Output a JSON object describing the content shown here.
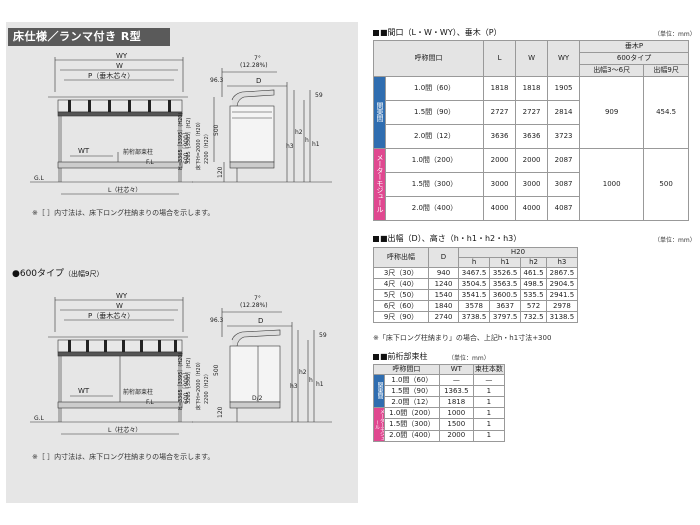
{
  "header": {
    "title": "床仕様／ランマ付き R型"
  },
  "diagram_labels": {
    "WY": "WY",
    "W": "W",
    "P": "P（垂木芯々）",
    "WT": "WT",
    "front_post": "前桁部束柱",
    "FL": "F.L",
    "GL": "G.L",
    "L": "L（柱芯々）",
    "dim_963": "96.3",
    "D": "D",
    "D2": "D/2",
    "angle": "7°",
    "slope": "(12.28%)",
    "dim_59": "59",
    "h": "h",
    "h1": "h1",
    "h2": "h2",
    "h3": "h3",
    "dim_500": "500",
    "dim_120": "120",
    "dim_600_900": "600［900］",
    "dim_h_3365": "H=3365［3395］(H20)",
    "dim_3265": "3265［3565］(H2)",
    "dim_floor": "床下H=2000（H20）",
    "dim_2200": "2200（H22）"
  },
  "notes": {
    "top": "※［ ］内寸法は、床下ロング柱納まりの場合を示します。",
    "bottom": "※［ ］内寸法は、床下ロング柱納まりの場合を示します。"
  },
  "type600": {
    "title": "●600タイプ",
    "sub": "（出幅9尺）"
  },
  "table1": {
    "title": "■間口（L・W・WY）、垂木（P）",
    "unit": "（単位：mm）",
    "h_name": "呼称間口",
    "h_L": "L",
    "h_W": "W",
    "h_WY": "WY",
    "h_taruki": "垂木P",
    "h_type": "600タイプ",
    "h_d36": "出幅3～6尺",
    "h_d9": "出幅9尺",
    "group1": "関東間",
    "group2": "メーターモジュール",
    "rows1": [
      [
        "1.0間（60）",
        "1818",
        "1818",
        "1905"
      ],
      [
        "1.5間（90）",
        "2727",
        "2727",
        "2814"
      ],
      [
        "2.0間（12）",
        "3636",
        "3636",
        "3723"
      ]
    ],
    "rows2": [
      [
        "1.0間（200）",
        "2000",
        "2000",
        "2087"
      ],
      [
        "1.5間（300）",
        "3000",
        "3000",
        "3087"
      ],
      [
        "2.0間（400）",
        "4000",
        "4000",
        "4087"
      ]
    ],
    "p1_36": "909",
    "p1_9": "454.5",
    "p2_36": "1000",
    "p2_9": "500"
  },
  "table2": {
    "title": "■出幅（D）、高さ（h・h1・h2・h3）",
    "unit": "（単位：mm）",
    "h_name": "呼称出幅",
    "h_D": "D",
    "h_H20": "H20",
    "h_h": "h",
    "h_h1": "h1",
    "h_h2": "h2",
    "h_h3": "h3",
    "rows": [
      [
        "3尺（30）",
        "940",
        "3467.5",
        "3526.5",
        "461.5",
        "2867.5"
      ],
      [
        "4尺（40）",
        "1240",
        "3504.5",
        "3563.5",
        "498.5",
        "2904.5"
      ],
      [
        "5尺（50）",
        "1540",
        "3541.5",
        "3600.5",
        "535.5",
        "2941.5"
      ],
      [
        "6尺（60）",
        "1840",
        "3578",
        "3637",
        "572",
        "2978"
      ],
      [
        "9尺（90）",
        "2740",
        "3738.5",
        "3797.5",
        "732.5",
        "3138.5"
      ]
    ],
    "note": "※「床下ロング柱納まり」の場合、上記h・h1寸法+300"
  },
  "table3": {
    "title": "■前桁部束柱",
    "unit": "（単位：mm）",
    "h_name": "呼称間口",
    "h_WT": "WT",
    "h_count": "束柱本数",
    "group1": "関東間",
    "group2": "メーターモジュール",
    "rows1": [
      [
        "1.0間（60）",
        "—",
        "—"
      ],
      [
        "1.5間（90）",
        "1363.5",
        "1"
      ],
      [
        "2.0間（12）",
        "1818",
        "1"
      ]
    ],
    "rows2": [
      [
        "1.0間（200）",
        "1000",
        "1"
      ],
      [
        "1.5間（300）",
        "1500",
        "1"
      ],
      [
        "2.0間（400）",
        "2000",
        "1"
      ]
    ]
  }
}
